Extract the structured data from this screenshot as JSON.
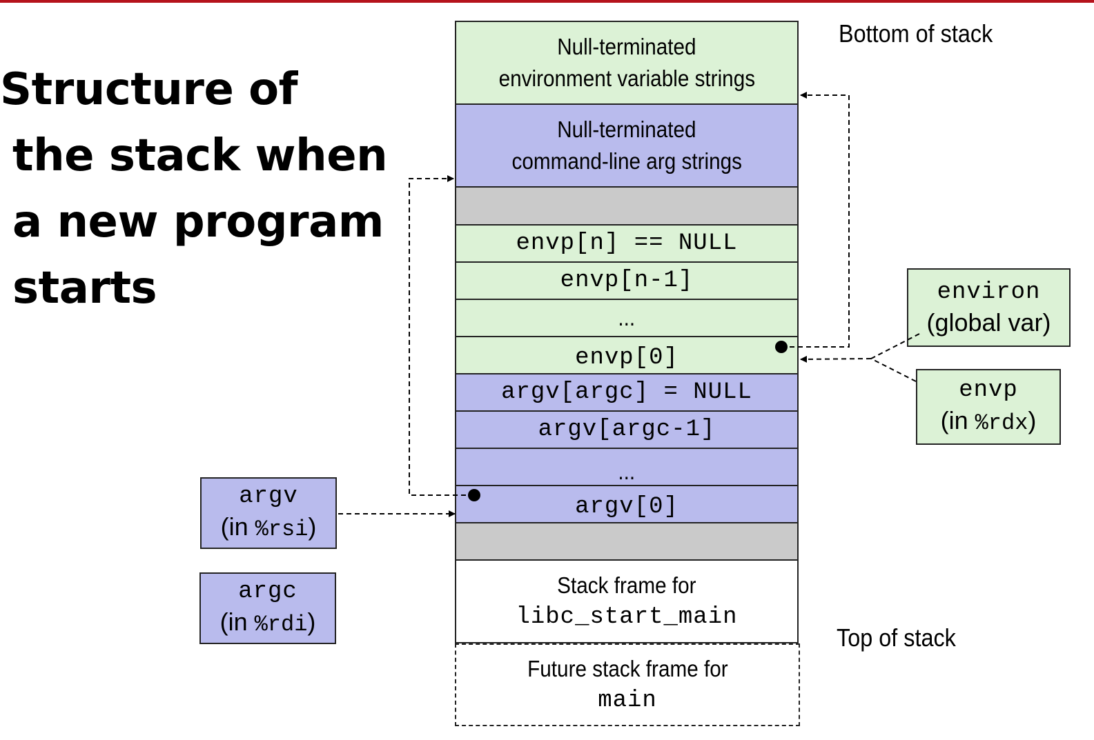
{
  "title": {
    "line1": "Structure of",
    "line2": "the stack when",
    "line3": "a new program",
    "line4": "starts"
  },
  "stack": {
    "env_strings": {
      "line1": "Null-terminated",
      "line2": "environment variable strings"
    },
    "arg_strings": {
      "line1": "Null-terminated",
      "line2": "command-line arg strings"
    },
    "envp_n": "envp[n] == NULL",
    "envp_n1": "envp[n-1]",
    "envp_dots": "...",
    "envp_0": "envp[0]",
    "argv_argc": "argv[argc] = NULL",
    "argv_argc1": "argv[argc-1]",
    "argv_dots": "...",
    "argv_0": "argv[0]",
    "libc_frame": {
      "line1": "Stack frame for",
      "line2": "libc_start_main"
    },
    "main_frame": {
      "line1": "Future stack frame for",
      "line2": "main"
    }
  },
  "labels": {
    "bottom": "Bottom of stack",
    "top": "Top of stack"
  },
  "boxes": {
    "environ": {
      "name": "environ",
      "desc": "(global var)"
    },
    "envp": {
      "name": "envp",
      "in": "(in ",
      "reg": "%rdx",
      "close": ")"
    },
    "argv": {
      "name": "argv",
      "in": "(in ",
      "reg": "%rsi",
      "close": ")"
    },
    "argc": {
      "name": "argc",
      "in": "(in ",
      "reg": "%rdi",
      "close": ")"
    }
  },
  "colors": {
    "green": "#dcf2d6",
    "blue": "#b9bbed",
    "gray": "#cacaca",
    "accent": "#b5121b"
  }
}
